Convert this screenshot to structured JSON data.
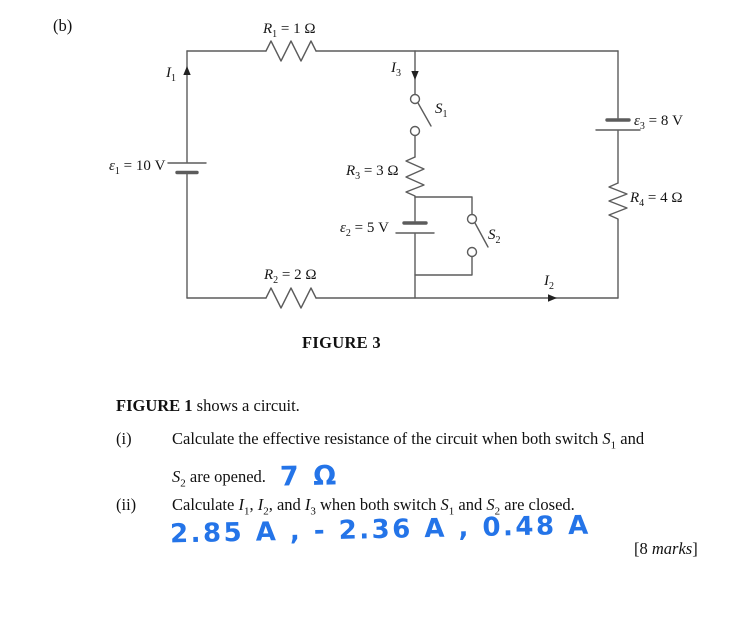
{
  "page": {
    "part_label": "(b)"
  },
  "circuit": {
    "wire_color": "#5c5c5c",
    "ink_color": "#111111",
    "caption": "FIGURE 3",
    "labels": {
      "r1": [
        {
          "v": "R",
          "s": "1"
        },
        {
          "t": " = 1 Ω"
        }
      ],
      "i1": [
        {
          "v": "I",
          "s": "1"
        }
      ],
      "e1": [
        {
          "v": "ε",
          "s": "1"
        },
        {
          "t": " = 10 V"
        }
      ],
      "i3": [
        {
          "v": "I",
          "s": "3"
        }
      ],
      "s1": [
        {
          "v": "S",
          "s": "1"
        }
      ],
      "r3": [
        {
          "v": "R",
          "s": "3"
        },
        {
          "t": " = 3 Ω"
        }
      ],
      "e2": [
        {
          "v": "ε",
          "s": "2"
        },
        {
          "t": " = 5 V"
        }
      ],
      "s2": [
        {
          "v": "S",
          "s": "2"
        }
      ],
      "r2": [
        {
          "v": "R",
          "s": "2"
        },
        {
          "t": " = 2 Ω"
        }
      ],
      "i2": [
        {
          "v": "I",
          "s": "2"
        }
      ],
      "e3": [
        {
          "v": "ε",
          "s": "3"
        },
        {
          "t": " = 8 V"
        }
      ],
      "r4": [
        {
          "v": "R",
          "s": "4"
        },
        {
          "t": " = 4 Ω"
        }
      ]
    },
    "components": {
      "resistors": [
        "R1 = 1 Ω",
        "R2 = 2 Ω",
        "R3 = 3 Ω",
        "R4 = 4 Ω"
      ],
      "sources": [
        "ε1 = 10 V",
        "ε2 = 5 V",
        "ε3 = 8 V"
      ],
      "switches": [
        "S1",
        "S2"
      ],
      "currents": [
        "I1",
        "I2",
        "I3"
      ]
    }
  },
  "text": {
    "figure_ref": [
      {
        "b": "FIGURE 1"
      },
      {
        "t": " shows a circuit."
      }
    ],
    "q1_num": "(i)",
    "q1_line1": [
      {
        "t": "Calculate the effective resistance of the circuit when both switch "
      },
      {
        "v": "S",
        "s": "1"
      },
      {
        "t": " and"
      }
    ],
    "q1_line2": [
      {
        "v": "S",
        "s": "2"
      },
      {
        "t": " are opened."
      }
    ],
    "q1_answer": "7 Ω",
    "q2_num": "(ii)",
    "q2_line1": [
      {
        "t": "Calculate "
      },
      {
        "v": "I",
        "s": "1"
      },
      {
        "t": ", "
      },
      {
        "v": "I",
        "s": "2"
      },
      {
        "t": ", and "
      },
      {
        "v": "I",
        "s": "3"
      },
      {
        "t": " when both switch "
      },
      {
        "v": "S",
        "s": "1"
      },
      {
        "t": " and "
      },
      {
        "v": "S",
        "s": "2"
      },
      {
        "t": " are closed."
      }
    ],
    "q2_answer": "2.85 A ,  - 2.36 A ,  0.48 A",
    "marks": [
      {
        "t": "[8 "
      },
      {
        "em": "marks"
      },
      {
        "t": "]"
      }
    ],
    "ink_color": "#2474e8"
  }
}
